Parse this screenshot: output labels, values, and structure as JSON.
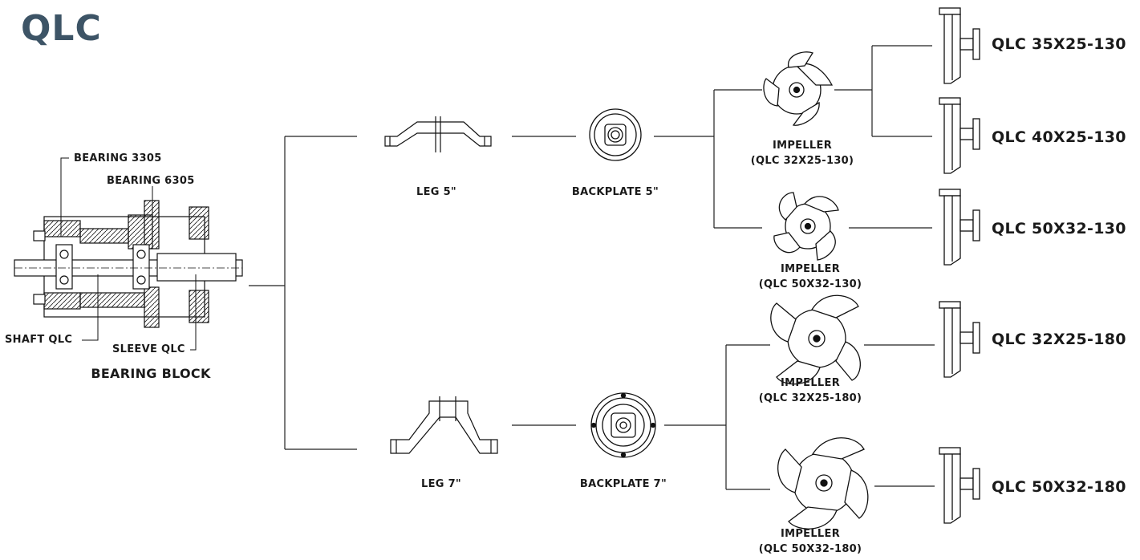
{
  "title": "QLC",
  "bearing_block": {
    "label": "BEARING BLOCK",
    "parts": {
      "bearing_3305": "BEARING 3305",
      "bearing_6305": "BEARING 6305",
      "shaft": "SHAFT QLC",
      "sleeve": "SLEEVE QLC"
    }
  },
  "legs": [
    {
      "label": "LEG 5\""
    },
    {
      "label": "LEG 7\""
    }
  ],
  "backplates": [
    {
      "label": "BACKPLATE 5\""
    },
    {
      "label": "BACKPLATE 7\""
    }
  ],
  "impellers": [
    {
      "line1": "IMPELLER",
      "line2": "(QLC 32X25-130)"
    },
    {
      "line1": "IMPELLER",
      "line2": "(QLC 50X32-130)"
    },
    {
      "line1": "IMPELLER",
      "line2": "(QLC 32X25-180)"
    },
    {
      "line1": "IMPELLER",
      "line2": "(QLC 50X32-180)"
    }
  ],
  "models": [
    "QLC 35X25-130",
    "QLC 40X25-130",
    "QLC 50X32-130",
    "QLC 32X25-180",
    "QLC 50X32-180"
  ]
}
